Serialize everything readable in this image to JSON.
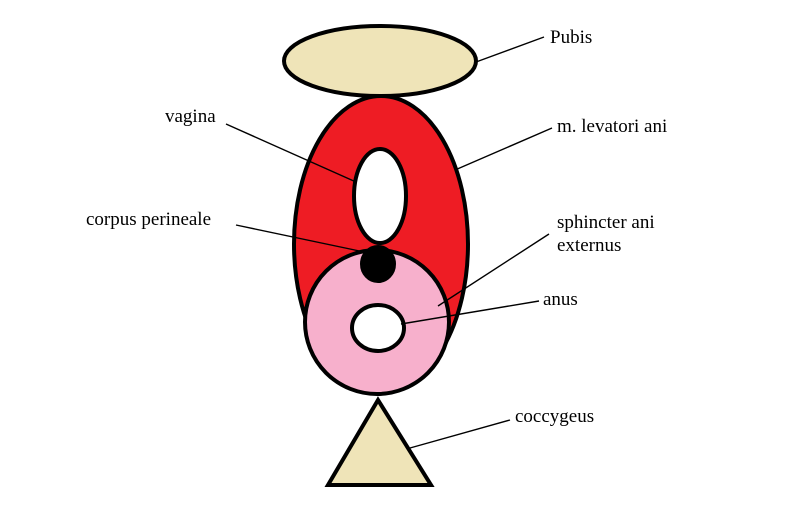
{
  "colors": {
    "bone": "#efe4b8",
    "muscle_red": "#ee1c24",
    "sphincter_pink": "#f7b0cc",
    "opening_white": "#ffffff",
    "perineal_body": "#000000",
    "outline": "#000000",
    "text": "#000000"
  },
  "labels": {
    "pubis": "Pubis",
    "levator": "m. levatori ani",
    "vagina": "vagina",
    "corpus": "corpus perineale",
    "sphincter_line1": "sphincter ani",
    "sphincter_line2": "externus",
    "anus": "anus",
    "coccygeus": "coccygeus"
  }
}
